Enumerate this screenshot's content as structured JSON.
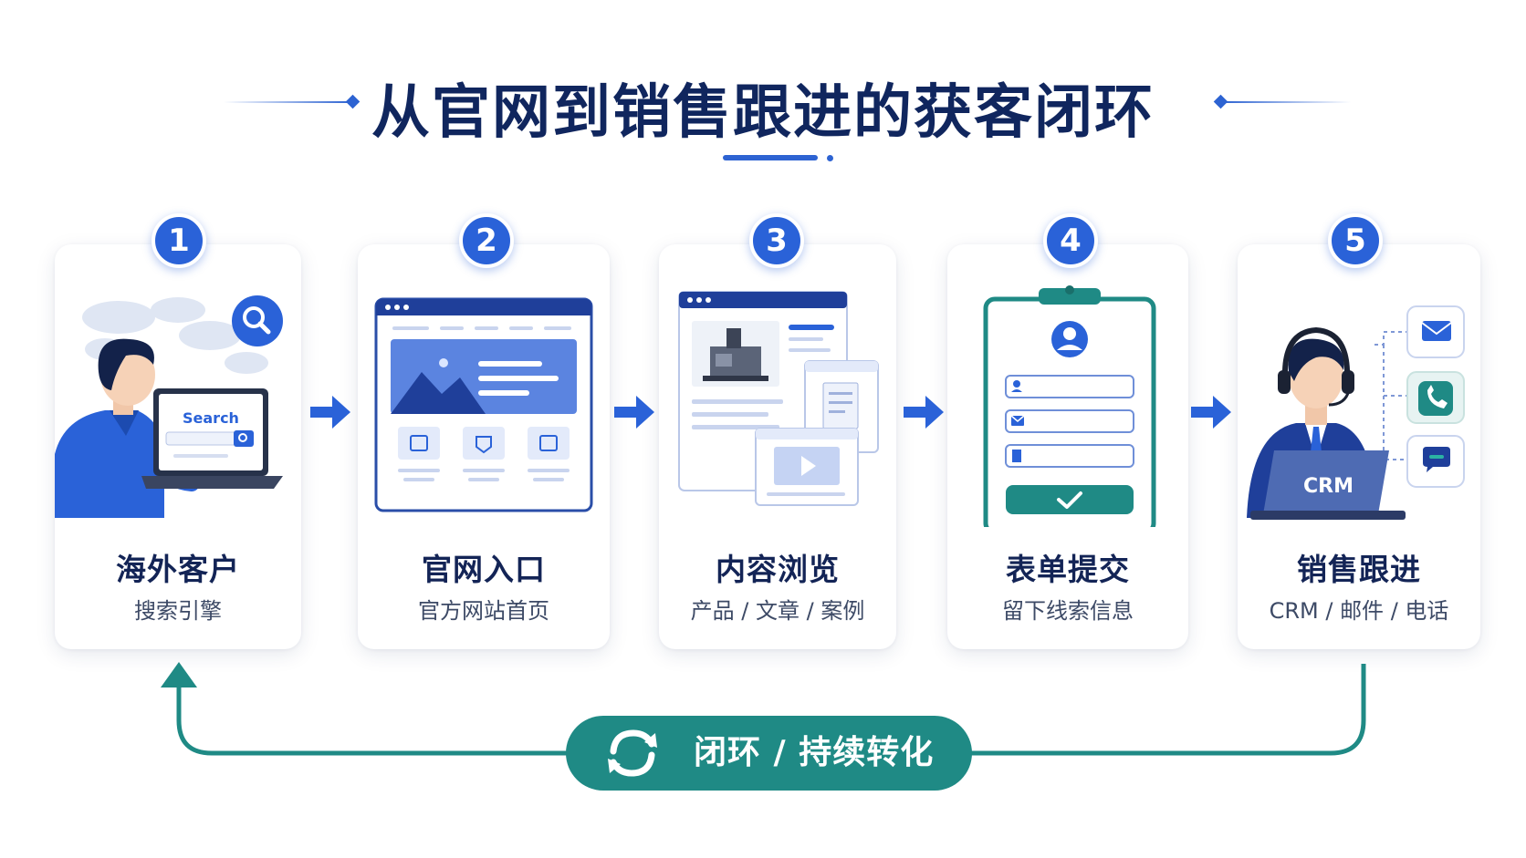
{
  "title": "从官网到销售跟进的获客闭环",
  "colors": {
    "primary": "#2a62d8",
    "navy": "#10265e",
    "teal": "#1f8a85",
    "light_blue": "#e8eefc"
  },
  "steps": [
    {
      "number": "1",
      "title": "海外客户",
      "subtitle": "搜索引擎",
      "illustration": "person-laptop-search",
      "search_text": "Search"
    },
    {
      "number": "2",
      "title": "官网入口",
      "subtitle": "官方网站首页",
      "illustration": "browser-homepage"
    },
    {
      "number": "3",
      "title": "内容浏览",
      "subtitle": "产品 / 文章 / 案例",
      "illustration": "content-windows"
    },
    {
      "number": "4",
      "title": "表单提交",
      "subtitle": "留下线索信息",
      "illustration": "clipboard-form"
    },
    {
      "number": "5",
      "title": "销售跟进",
      "subtitle": "CRM / 邮件 / 电话",
      "illustration": "sales-agent-crm",
      "laptop_label": "CRM"
    }
  ],
  "loop": {
    "label": "闭环 / 持续转化",
    "icon": "refresh-icon"
  }
}
